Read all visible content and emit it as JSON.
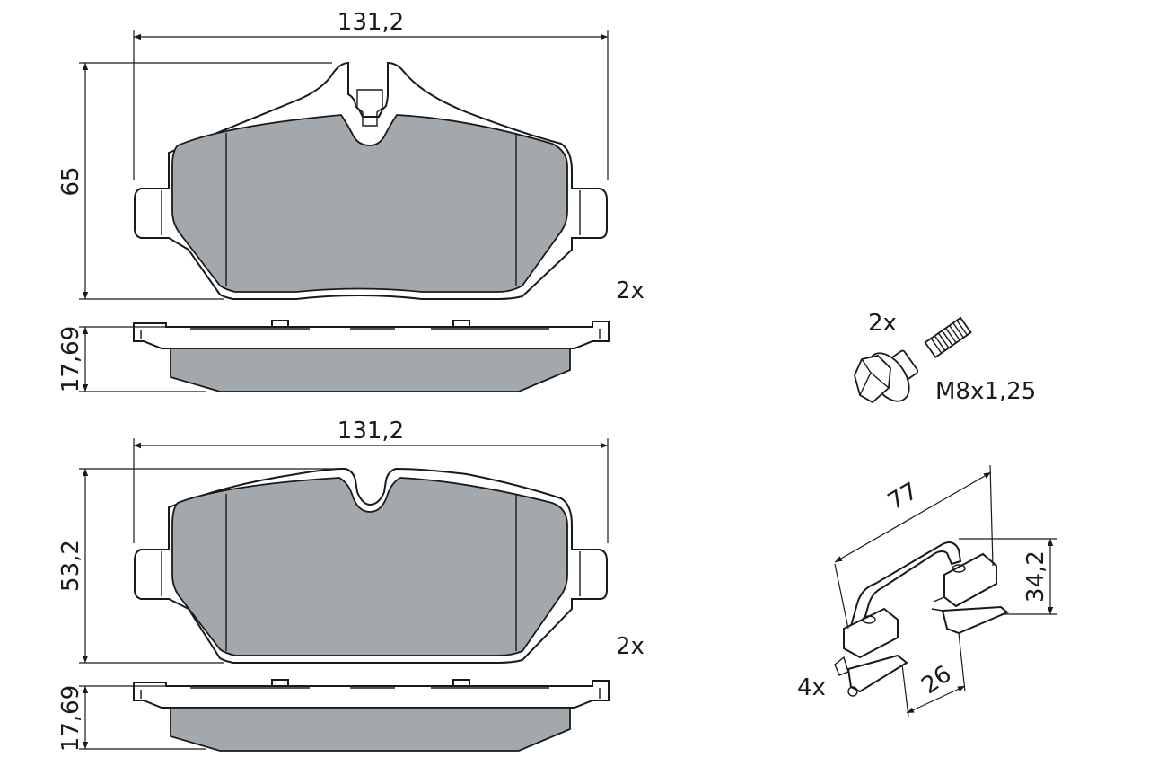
{
  "colors": {
    "friction_material": "#a3a8ad",
    "outline": "#1a1a1a",
    "background": "#ffffff"
  },
  "pad_top": {
    "width_label": "131,2",
    "height_label": "65",
    "thickness_label": "17,69",
    "quantity": "2x"
  },
  "pad_bottom": {
    "width_label": "131,2",
    "height_label": "53,2",
    "thickness_label": "17,69",
    "quantity": "2x"
  },
  "bolt": {
    "quantity": "2x",
    "thread": "M8x1,25"
  },
  "clip": {
    "quantity": "4x",
    "length_label": "77",
    "height_label": "34,2",
    "width_label": "26"
  }
}
